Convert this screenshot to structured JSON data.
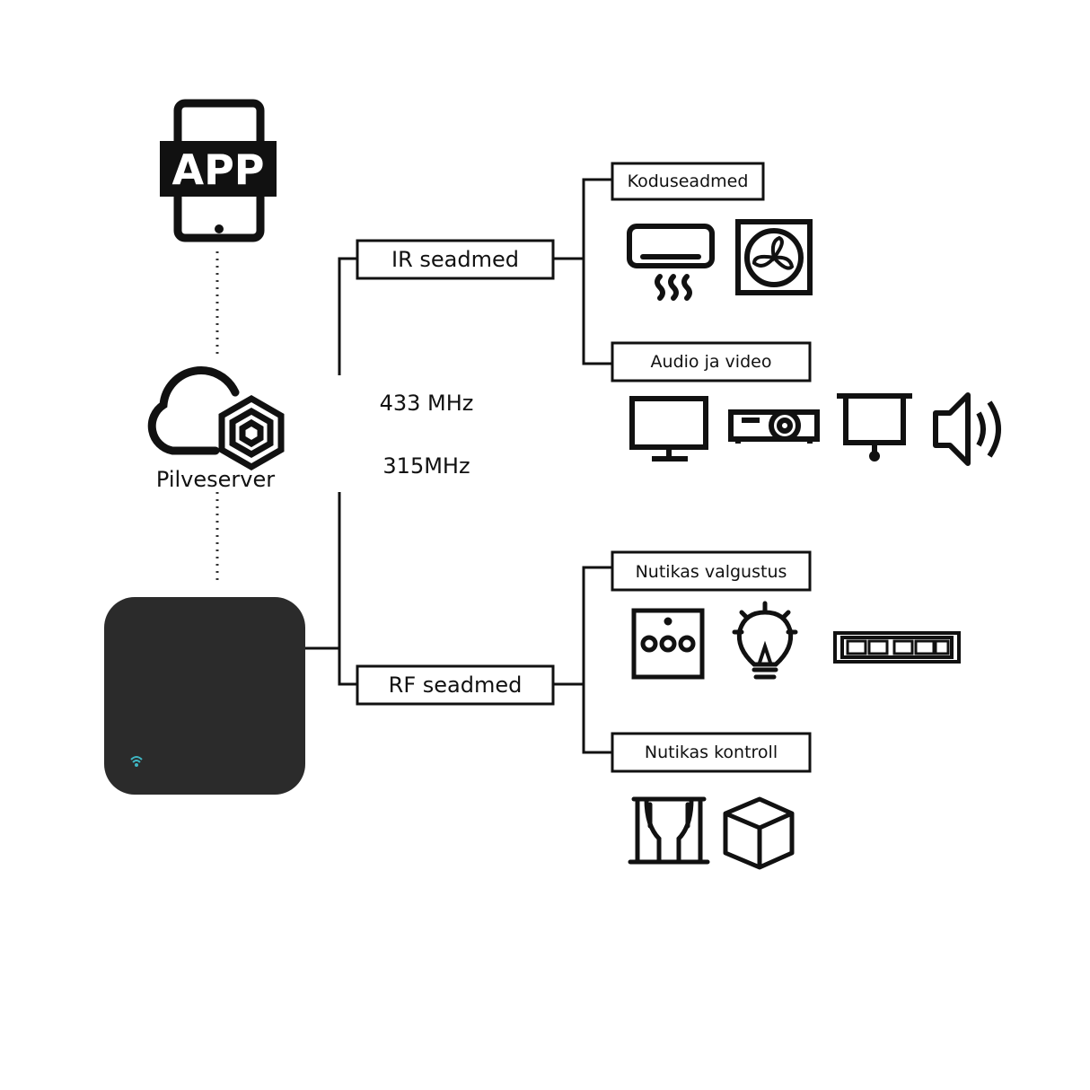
{
  "app": {
    "label": "APP"
  },
  "cloud": {
    "label": "Pilveserver"
  },
  "frequencies": {
    "f1": "433 MHz",
    "f2": "315MHz"
  },
  "branches": {
    "ir": {
      "label": "IR seadmed",
      "home": {
        "label": "Koduseadmed",
        "icons": [
          "air-conditioner-icon",
          "fan-icon"
        ]
      },
      "av": {
        "label": "Audio ja video",
        "icons": [
          "tv-monitor-icon",
          "projector-icon",
          "projection-screen-icon",
          "speaker-icon"
        ]
      }
    },
    "rf": {
      "label": "RF seadmed",
      "lighting": {
        "label": "Nutikas valgustus",
        "icons": [
          "wall-switch-icon",
          "light-bulb-icon",
          "led-strip-icon"
        ]
      },
      "control": {
        "label": "Nutikas kontroll",
        "icons": [
          "curtain-icon",
          "cube-sensor-icon"
        ]
      }
    }
  },
  "colors": {
    "line": "#111111",
    "hub": "#2b2b2b",
    "hub_led": "#3fb7c4"
  }
}
